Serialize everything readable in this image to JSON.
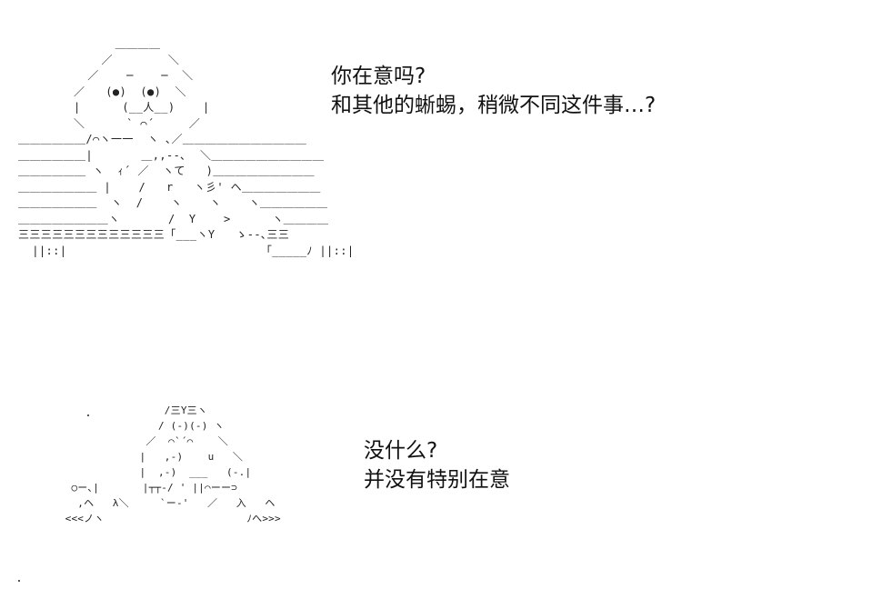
{
  "scene_top": {
    "ascii_art": "              ＿＿＿＿\n            ／        ＼\n          ／    ─    ─  ＼\n        ／   (●)  (●)  ＼\n        |      (__人__)    |\n        ＼      ` ⌒´     ／\n＿＿＿＿＿＿/⌒ヽ一一  ヽ ､／＿＿＿＿＿＿＿＿＿＿＿\n＿＿＿＿＿＿|       ＿,,--､  ＼＿＿＿＿＿＿＿＿＿＿\n＿＿＿＿＿＿ ヽ  ｨ´ ／  ヽて   )＿＿＿＿＿＿＿＿＿\n＿＿＿＿＿＿＿ |    /   r   ヽ彡' ヘ＿＿＿＿＿＿＿\n＿＿＿＿＿＿＿  ヽ  /    ヽ    ヽ    ヽ＿＿＿＿＿＿\n＿＿＿＿＿＿＿＿ヽ       /  Y    >      ヽ＿＿＿＿\n三三三三三三三三三三三三三「___ヽY   ゝ-‐､三三\n  ||::|                            「_____ﾉ ||::|",
    "dialog": {
      "line1": "你在意吗?",
      "line2": "和其他的蜥蜴，稍微不同这件事…?"
    }
  },
  "scene_bottom": {
    "ascii_art": "                  /三Y三ヽ\n                 / (-)(-) ヽ\n               ／  ⌒`´⌒    ＼\n              |   ,-)    u   ＼\n              |  ,-)  ___   (-.|\n   ○ー､|       |┬┬-/ ' ||⌒ーー⊃\n    ,ヘ   λ＼     `ー-'   ／   入   ヘ\n  <<<ノヽ                       ﾉへ>>>",
    "dialog": {
      "line1": "没什么?",
      "line2": "并没有特别在意"
    }
  }
}
